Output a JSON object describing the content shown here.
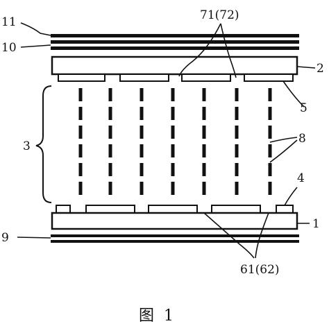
{
  "labels": {
    "l11": "11",
    "l10": "10",
    "l71": "71(72)",
    "l2": "2",
    "l5": "5",
    "l3": "3",
    "l8": "8",
    "l4": "4",
    "l1": "1",
    "l9": "9",
    "l61": "61(62)"
  },
  "caption": "图  1"
}
